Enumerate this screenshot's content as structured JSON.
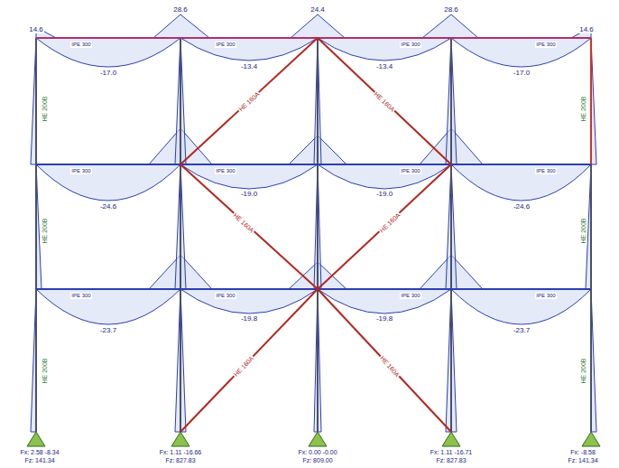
{
  "diagram": {
    "labels": [
      "14.6",
      "28.6",
      "24.4",
      "28.6",
      "14.6",
      "-17.0",
      "-13.4",
      "-13.4",
      "-17.0",
      "-24.6",
      "-19.0",
      "-19.0",
      "-24.6",
      "-23.7",
      "-19.8",
      "-19.8",
      "-23.7",
      "HE 160A",
      "HE 160A",
      "HE 160A",
      "HE 160A",
      "HE 160A",
      "HE 160A",
      "Fx: 2.58 -8.34",
      "Fz: 141.34",
      "Fx: 1.11 -16.66",
      "Fz: 827.83",
      "Fx: 0.00 -0.00",
      "Fz: 809.00",
      "Fx: 1.11 -16.71",
      "Fz: 827.83",
      "Fx: -8.58",
      "Fz: 141.34",
      "HE 200B",
      "HE 200B",
      "HE 200B",
      "HE 200B",
      "HE 200B",
      "HE 200B",
      "IPE 300",
      "IPE 300",
      "IPE 300",
      "IPE 300",
      "IPE 300",
      "IPE 300",
      "IPE 300",
      "IPE 300",
      "IPE 300",
      "IPE 300",
      "IPE 300",
      "IPE 300"
    ]
  }
}
